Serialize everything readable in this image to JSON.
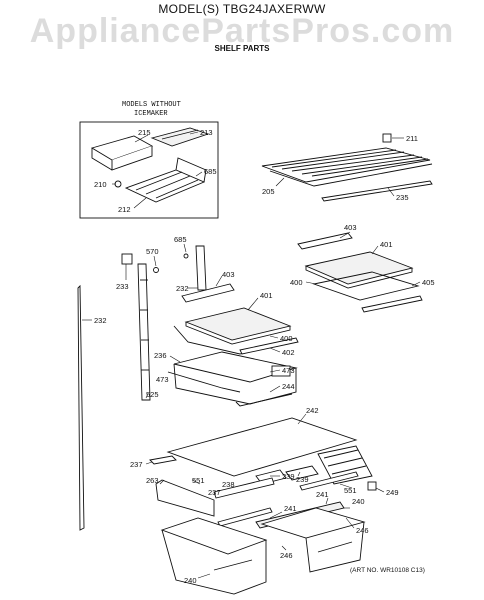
{
  "header": {
    "model": "MODEL(S) TBG24JAXERWW",
    "watermark": "AppliancePartsPros.com",
    "section": "SHELF PARTS"
  },
  "inset": {
    "title_line1": "MODELS WITHOUT",
    "title_line2": "ICEMAKER"
  },
  "art_number": "(ART NO. WR10108 C13)",
  "part_labels": [
    {
      "id": "p215",
      "text": "215"
    },
    {
      "id": "p213",
      "text": "213"
    },
    {
      "id": "p210",
      "text": "210"
    },
    {
      "id": "p685a",
      "text": "685"
    },
    {
      "id": "p212",
      "text": "212"
    },
    {
      "id": "p211",
      "text": "211"
    },
    {
      "id": "p205",
      "text": "205"
    },
    {
      "id": "p235",
      "text": "235"
    },
    {
      "id": "p403a",
      "text": "403"
    },
    {
      "id": "p401a",
      "text": "401"
    },
    {
      "id": "p400a",
      "text": "400"
    },
    {
      "id": "p405",
      "text": "405"
    },
    {
      "id": "p685b",
      "text": "685"
    },
    {
      "id": "p570",
      "text": "570"
    },
    {
      "id": "p233",
      "text": "233"
    },
    {
      "id": "p403b",
      "text": "403"
    },
    {
      "id": "p232a",
      "text": "232"
    },
    {
      "id": "p401b",
      "text": "401"
    },
    {
      "id": "p232b",
      "text": "232"
    },
    {
      "id": "p400b",
      "text": "400"
    },
    {
      "id": "p402",
      "text": "402"
    },
    {
      "id": "p236",
      "text": "236"
    },
    {
      "id": "p473a",
      "text": "473"
    },
    {
      "id": "p473b",
      "text": "473"
    },
    {
      "id": "p244",
      "text": "244"
    },
    {
      "id": "p525",
      "text": "525"
    },
    {
      "id": "p242",
      "text": "242"
    },
    {
      "id": "p237a",
      "text": "237"
    },
    {
      "id": "p263",
      "text": "263"
    },
    {
      "id": "p239a",
      "text": "239"
    },
    {
      "id": "p239b",
      "text": "239"
    },
    {
      "id": "p551a",
      "text": "551"
    },
    {
      "id": "p238",
      "text": "238"
    },
    {
      "id": "p237b",
      "text": "237"
    },
    {
      "id": "p551b",
      "text": "551"
    },
    {
      "id": "p249",
      "text": "249"
    },
    {
      "id": "p241a",
      "text": "241"
    },
    {
      "id": "p240a",
      "text": "240"
    },
    {
      "id": "p241b",
      "text": "241"
    },
    {
      "id": "p246a",
      "text": "246"
    },
    {
      "id": "p246b",
      "text": "246"
    },
    {
      "id": "p240b",
      "text": "240"
    }
  ]
}
